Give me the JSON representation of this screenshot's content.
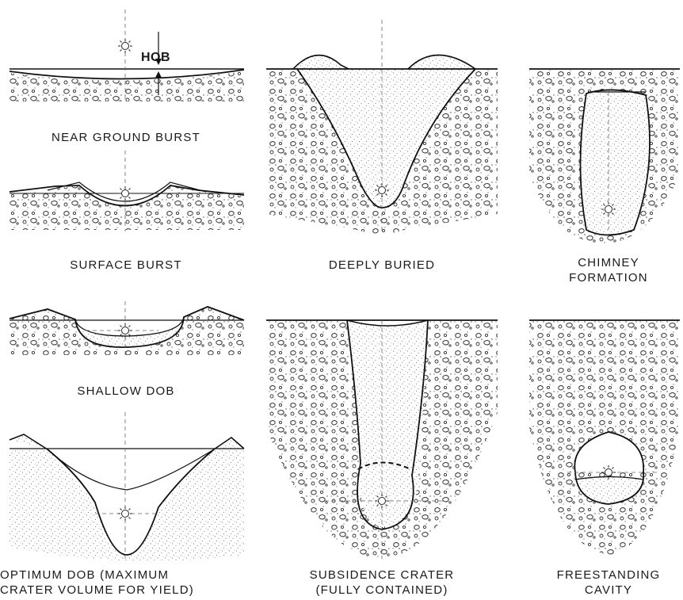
{
  "hob_label": "HOB",
  "captions": {
    "near_ground_burst": "NEAR GROUND BURST",
    "surface_burst": "SURFACE BURST",
    "shallow_dob": "SHALLOW DOB",
    "optimum_dob": "OPTIMUM DOB (MAXIMUM\nCRATER VOLUME FOR YIELD)",
    "deeply_buried": "DEEPLY BURIED",
    "subsidence_crater": "SUBSIDENCE CRATER\n(FULLY CONTAINED)",
    "chimney_formation": "CHIMNEY\nFORMATION",
    "freestanding_cavity": "FREESTANDING\nCAVITY"
  }
}
